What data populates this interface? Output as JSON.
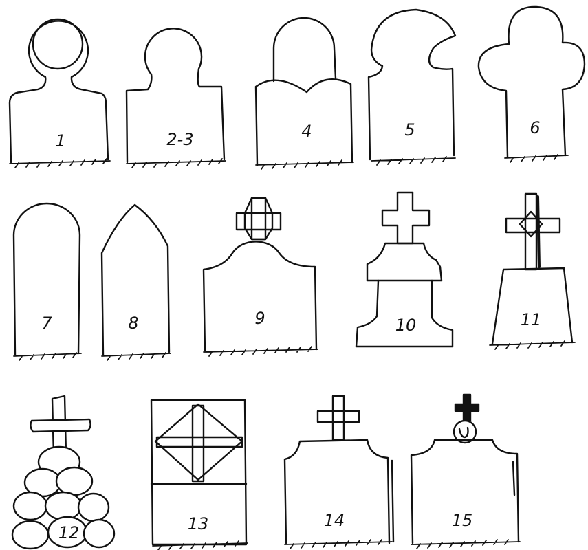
{
  "figure": {
    "shapes": [
      {
        "id": 1,
        "label": "1"
      },
      {
        "id": 2,
        "label": "2-3"
      },
      {
        "id": 3,
        "label": "4"
      },
      {
        "id": 4,
        "label": "5"
      },
      {
        "id": 5,
        "label": "6"
      },
      {
        "id": 6,
        "label": "7"
      },
      {
        "id": 7,
        "label": "8"
      },
      {
        "id": 8,
        "label": "9"
      },
      {
        "id": 9,
        "label": "10"
      },
      {
        "id": 10,
        "label": "11"
      },
      {
        "id": 11,
        "label": "12"
      },
      {
        "id": 12,
        "label": "13"
      },
      {
        "id": 13,
        "label": "14"
      },
      {
        "id": 14,
        "label": "15"
      }
    ]
  }
}
